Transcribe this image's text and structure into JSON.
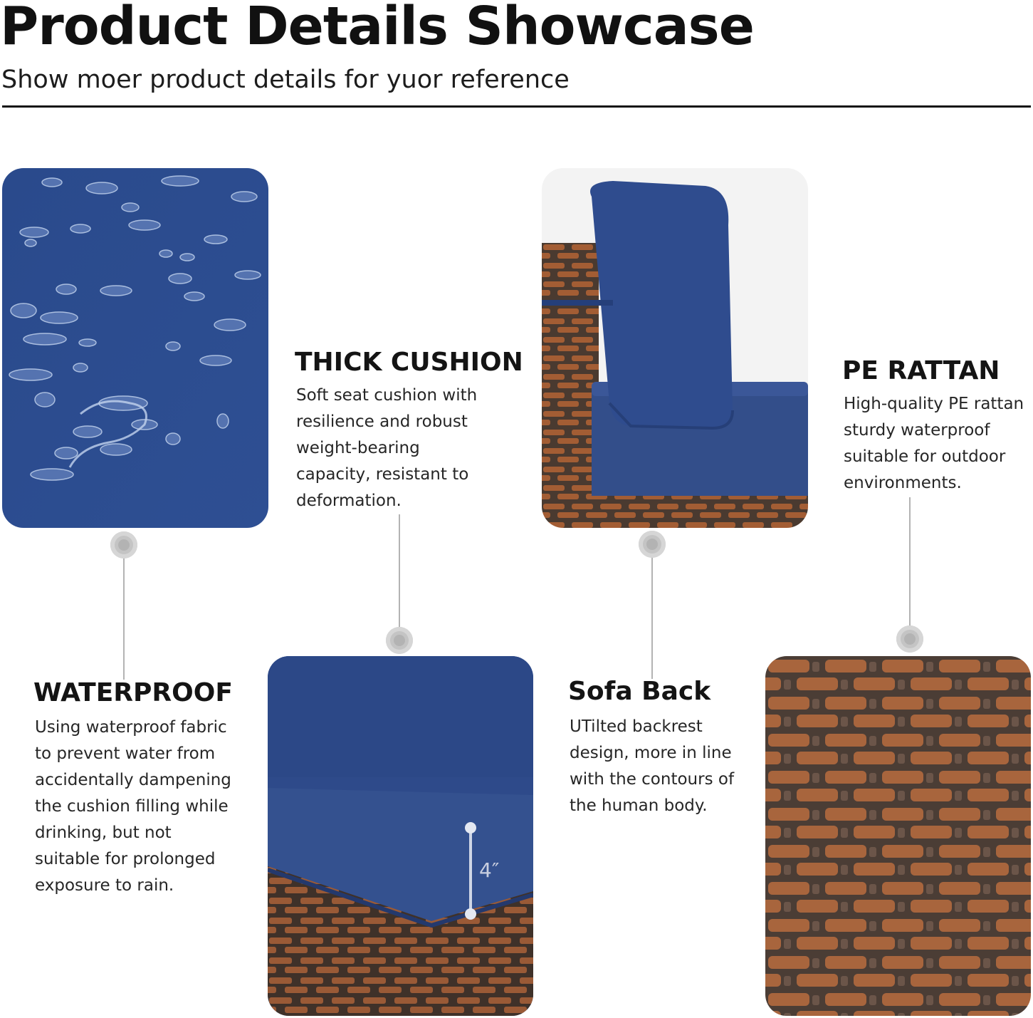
{
  "header": {
    "title": "Product Details Showcase",
    "subtitle": "Show moer product details for yuor reference"
  },
  "colors": {
    "navy": "#2d4f91",
    "rattan_brown": "#9a5a36",
    "rattan_dark": "#4a3a30",
    "connector": "#b3b3b3"
  },
  "features": [
    {
      "heading": "WATERPROOF",
      "description": "Using waterproof fabric\nto prevent water from\naccidentally dampening\nthe cushion filling while\ndrinking, but not\nsuitable for prolonged\nexposure to rain.",
      "image": "water-droplets-on-navy-fabric"
    },
    {
      "heading": "THICK CUSHION",
      "description": "Soft seat cushion with\nresilience and robust\nweight-bearing\ncapacity, resistant to\ndeformation.",
      "image": "navy-cushion-corner",
      "measurement_label": "4″"
    },
    {
      "heading": "Sofa Back",
      "description": "UTilted backrest\ndesign, more in line\nwith the contours of\nthe human body.",
      "image": "tilted-sofa-back"
    },
    {
      "heading": "PE RATTAN",
      "description": "High-quality PE rattan\nsturdy waterproof\nsuitable for outdoor\nenvironments.",
      "image": "woven-rattan-closeup"
    }
  ]
}
